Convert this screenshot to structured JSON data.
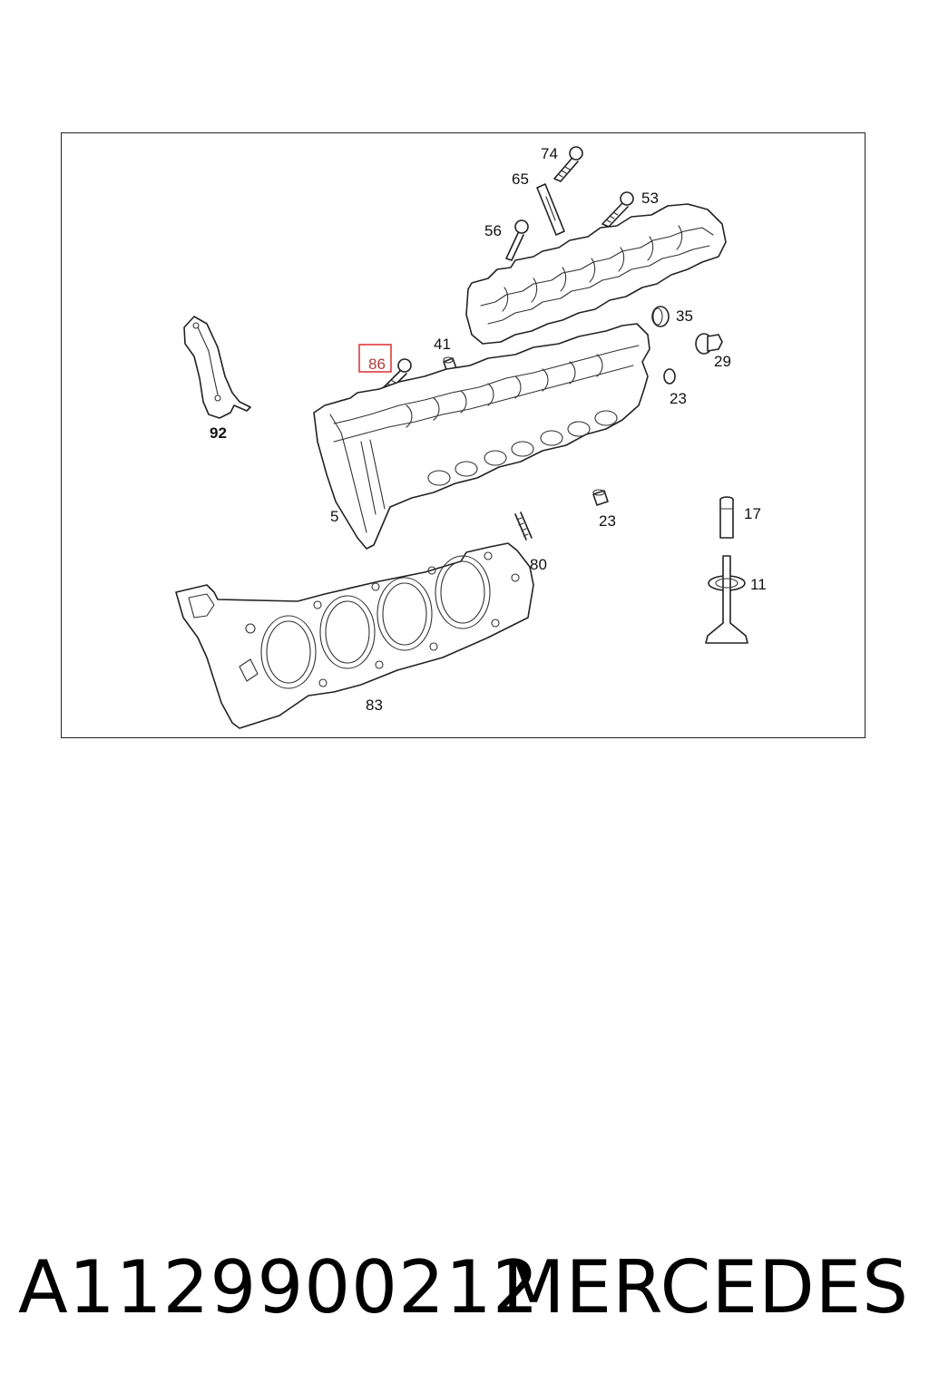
{
  "diagram": {
    "callouts": {
      "c74": "74",
      "c65": "65",
      "c53": "53",
      "c56": "56",
      "c35": "35",
      "c41": "41",
      "c86": "86",
      "c29": "29",
      "c23a": "23",
      "c92": "92",
      "c5": "5",
      "c23b": "23",
      "c17": "17",
      "c80": "80",
      "c11": "11",
      "c83": "83"
    },
    "highlight_color": "#e03a3a"
  },
  "footer": {
    "part_number": "A1129900212",
    "brand": "MERCEDES"
  }
}
